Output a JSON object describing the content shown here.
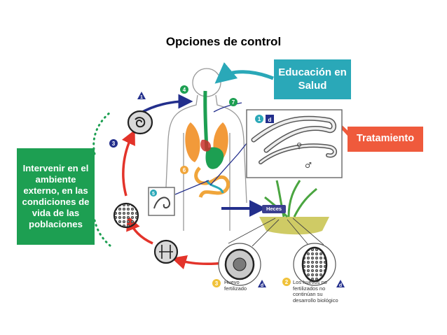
{
  "title": "Opciones de control",
  "callouts": {
    "educacion": "Educación en Salud",
    "tratamiento": "Tratamiento",
    "ambiente": "Intervenir en el ambiente externo, en las condiciones de vida de las poblaciones"
  },
  "labels": {
    "heces": "Heces",
    "huevo_fertilizado": "Huevo fertilizado",
    "huevos_no_fertilizados": "Los huevos no fertilizados no continúan su desarrollo biológico"
  },
  "stage_numbers": [
    "1",
    "2",
    "3",
    "4",
    "5",
    "6",
    "7"
  ],
  "stage_letter": "d",
  "symbols": {
    "female": "♀",
    "male": "♂"
  },
  "colors": {
    "education": "#2aa8b8",
    "treatment": "#ef5a3c",
    "environment": "#1d9f52",
    "cycle_red": "#e3332a",
    "cycle_navy": "#232f8c"
  }
}
